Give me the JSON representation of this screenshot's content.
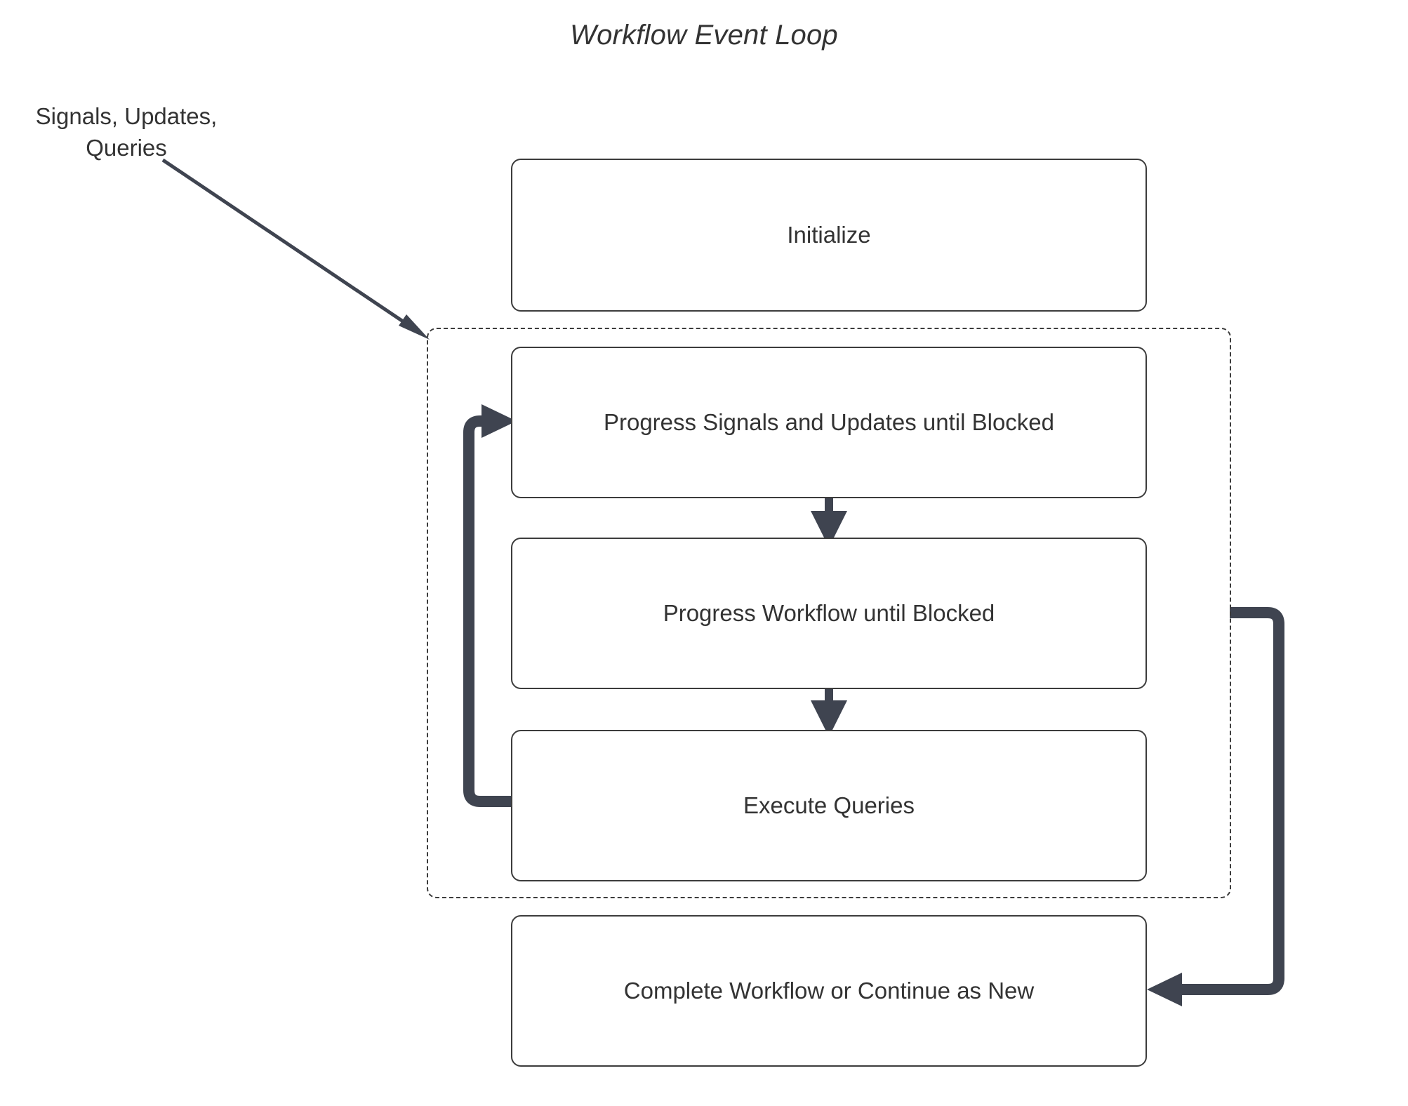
{
  "diagram": {
    "title": "Workflow Event Loop",
    "type": "flowchart",
    "external_label": "Signals, Updates,\nQueries",
    "colors": {
      "background": "#ffffff",
      "node_border": "#3c3c3c",
      "node_fill": "#ffffff",
      "text": "#333333",
      "edge": "#3f4450",
      "loop_border": "#3c3c3c"
    },
    "nodes": [
      {
        "id": "initialize",
        "label": "Initialize"
      },
      {
        "id": "progress-signals",
        "label": "Progress Signals and Updates until Blocked"
      },
      {
        "id": "progress-workflow",
        "label": "Progress Workflow until Blocked"
      },
      {
        "id": "execute-queries",
        "label": "Execute Queries"
      },
      {
        "id": "complete-workflow",
        "label": "Complete Workflow or Continue as New"
      }
    ],
    "loop_container": {
      "id": "event-loop-group",
      "style": "dashed"
    },
    "edges": [
      {
        "id": "signals-in",
        "from": "Signals, Updates, Queries",
        "to": "event-loop-group",
        "style": "thin-diagonal"
      },
      {
        "id": "signals-to-wf",
        "from": "progress-signals",
        "to": "progress-workflow",
        "style": "vertical"
      },
      {
        "id": "wf-to-queries",
        "from": "progress-workflow",
        "to": "execute-queries",
        "style": "vertical"
      },
      {
        "id": "queries-loopback",
        "from": "execute-queries",
        "to": "progress-signals",
        "style": "thick-loop-left"
      },
      {
        "id": "loop-to-complete",
        "from": "event-loop-group",
        "to": "complete-workflow",
        "style": "thick-loop-right"
      }
    ]
  }
}
